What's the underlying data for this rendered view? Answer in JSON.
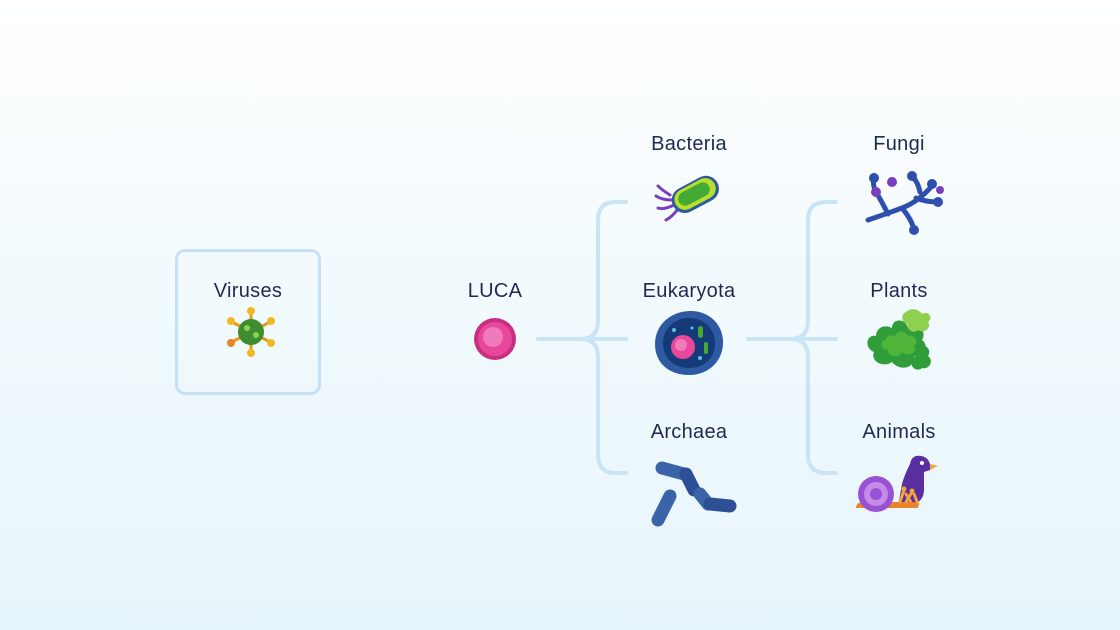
{
  "nodes": {
    "viruses": "Viruses",
    "luca": "LUCA",
    "bacteria": "Bacteria",
    "eukaryota": "Eukaryota",
    "archaea": "Archaea",
    "fungi": "Fungi",
    "plants": "Plants",
    "animals": "Animals"
  },
  "colors": {
    "label": "#1f2a52",
    "connector": "#c9e4f6",
    "luca": "#e8479b",
    "bacteria": "#5ec33a",
    "eukaryota": "#2d5aa3",
    "archaea": "#3a63a8",
    "fungi": "#2f4fae",
    "plants": "#4fb53a",
    "animals": "#7a3fbf"
  },
  "icons": {
    "viruses": "virus-icon",
    "luca": "luca-cell-icon",
    "bacteria": "bacterium-icon",
    "eukaryota": "eukaryotic-cell-icon",
    "archaea": "archaea-rods-icon",
    "fungi": "fungus-mycelium-icon",
    "plants": "plant-leaves-icon",
    "animals": "snail-and-bird-icon"
  }
}
